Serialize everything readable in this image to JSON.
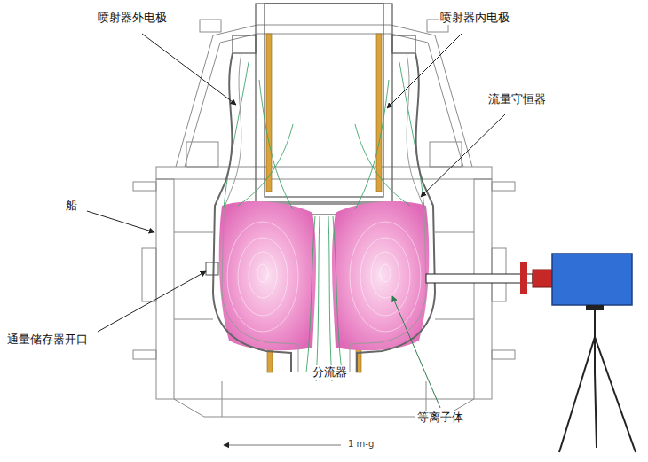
{
  "diagram": {
    "labels": [
      "喷射器外电极",
      "喷射器内电极",
      "流量守恒器",
      "船",
      "通量储存器开口",
      "分流器",
      "等离子体",
      "1 m-g"
    ]
  }
}
